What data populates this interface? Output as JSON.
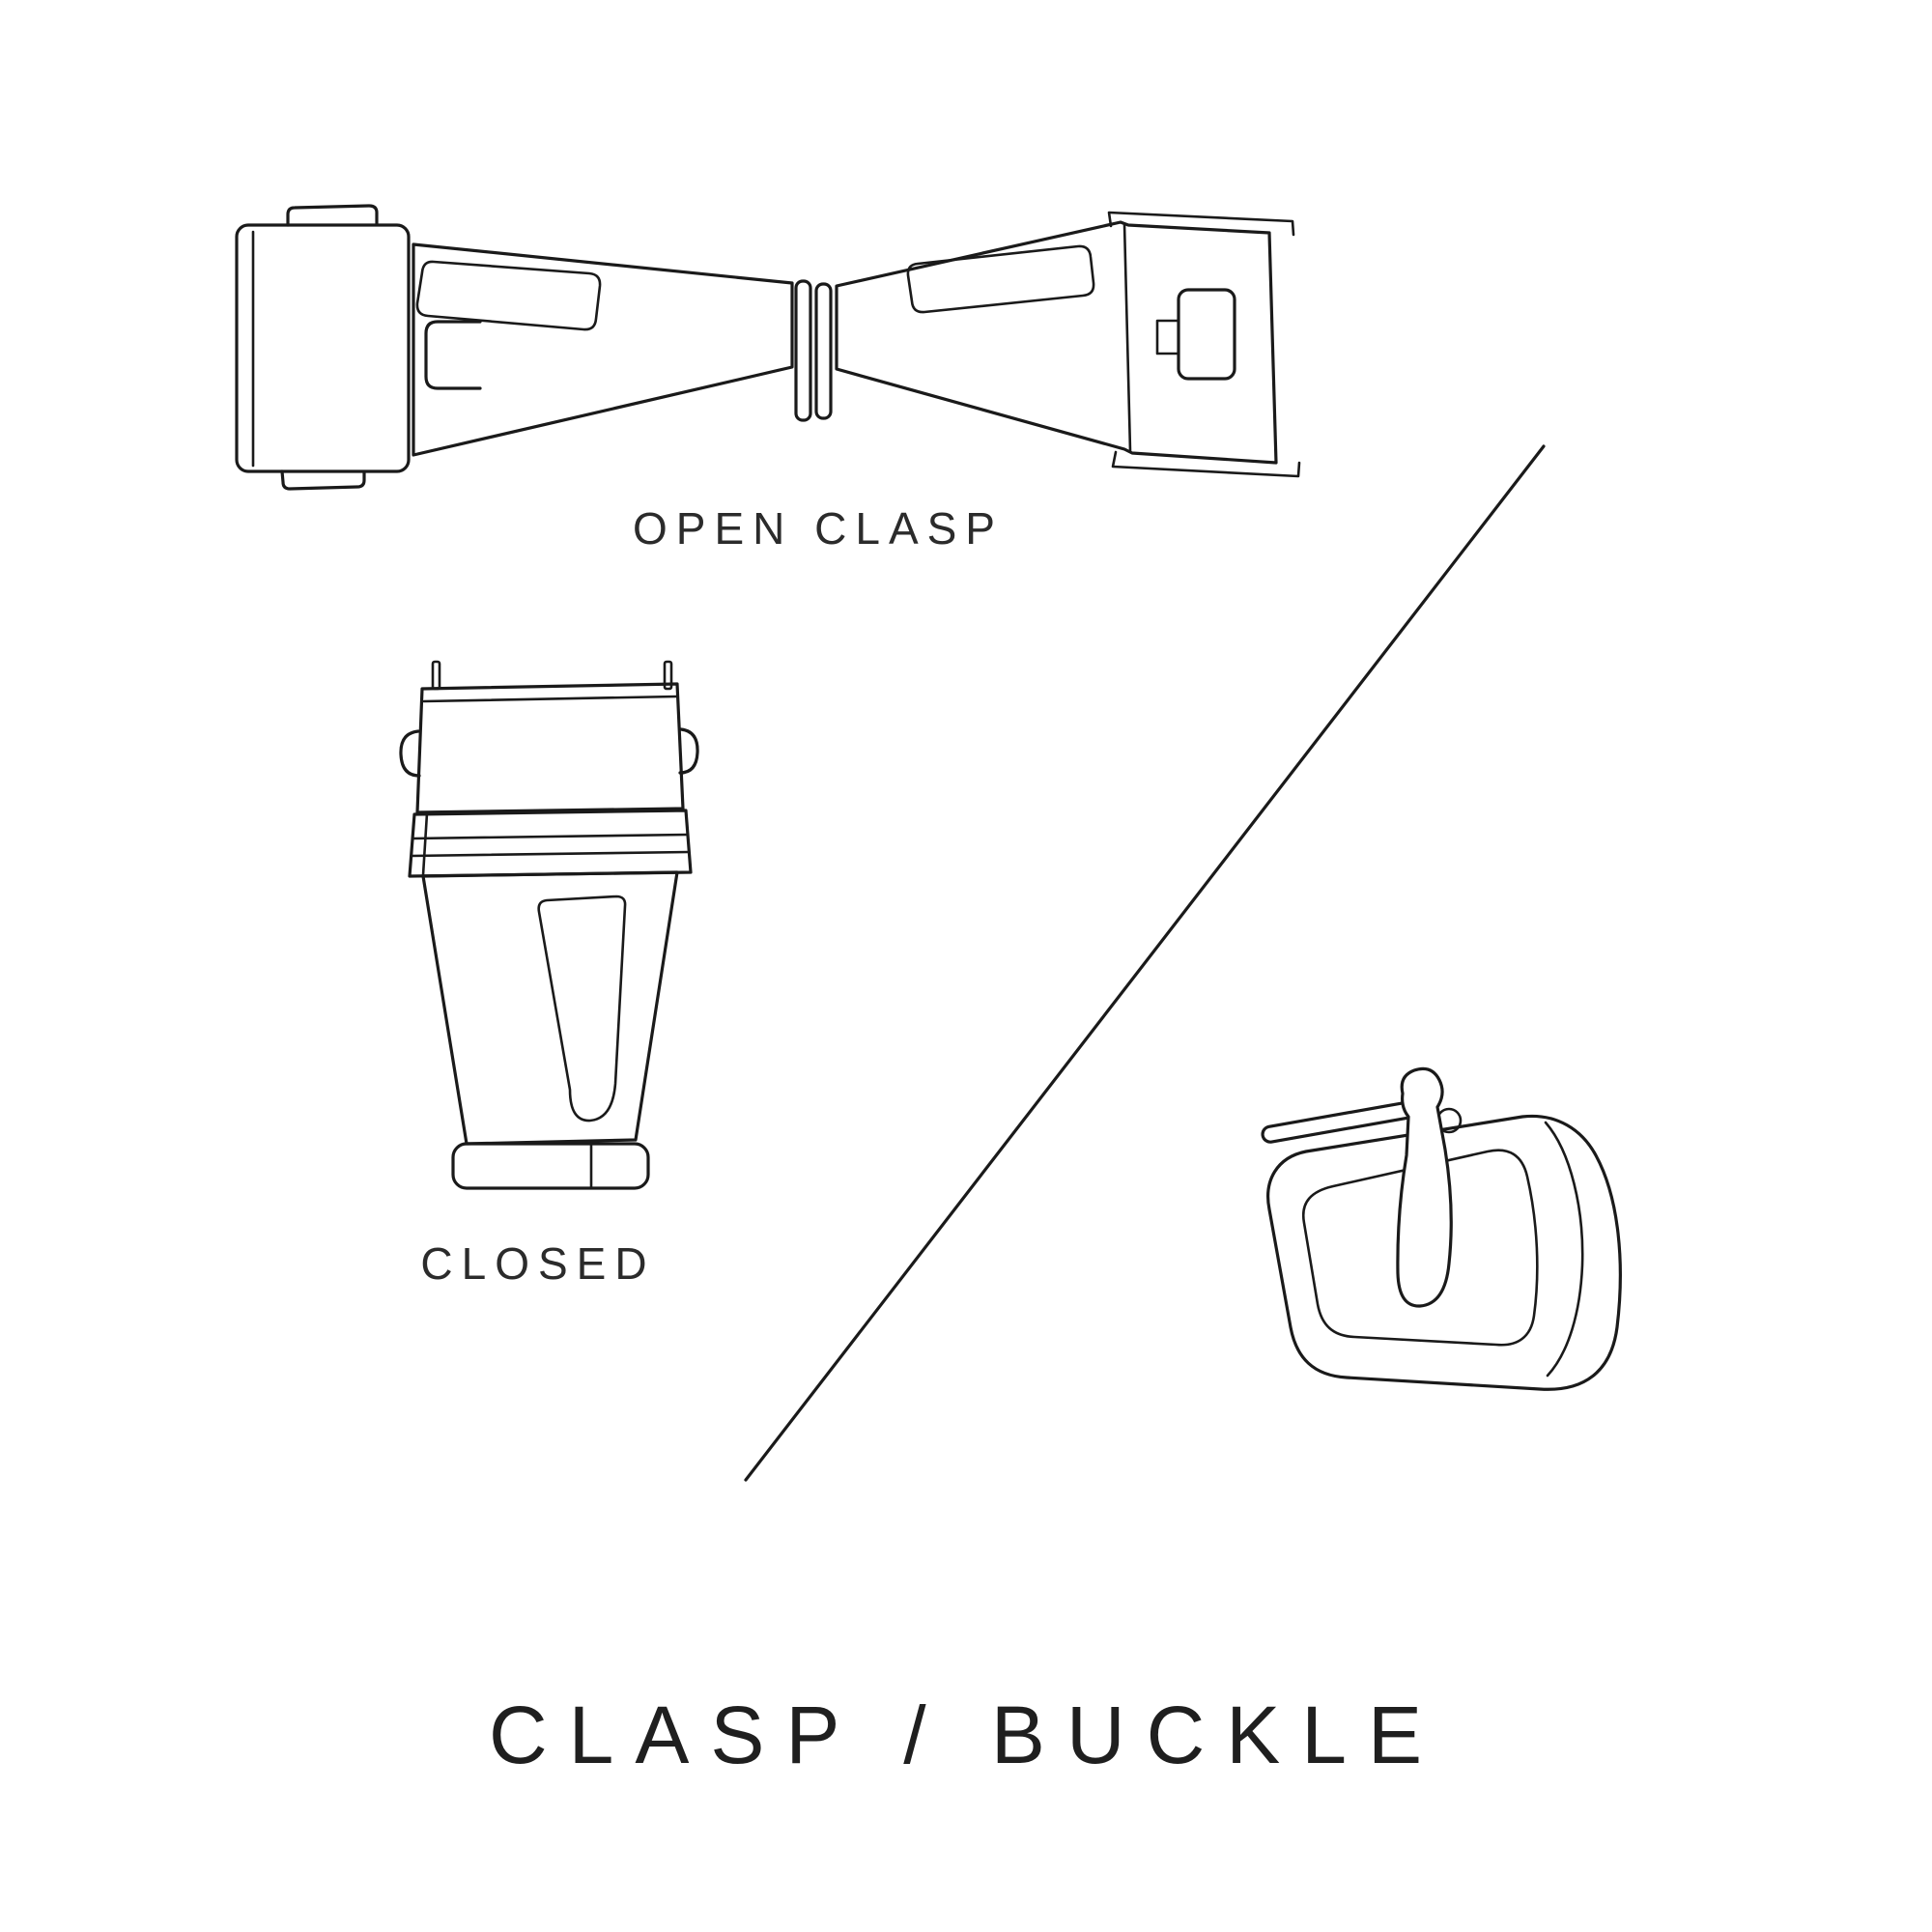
{
  "page": {
    "background_color": "#ffffff",
    "ink_color": "#1a1a1a"
  },
  "labels": {
    "open_clasp": "OPEN CLASP",
    "closed": "CLOSED"
  },
  "title": "CLASP / BUCKLE",
  "illustrations": {
    "open_clasp": "open-clasp-illustration",
    "closed_clasp": "closed-clasp-illustration",
    "buckle": "tang-buckle-illustration",
    "divider": "diagonal-divider-line"
  }
}
